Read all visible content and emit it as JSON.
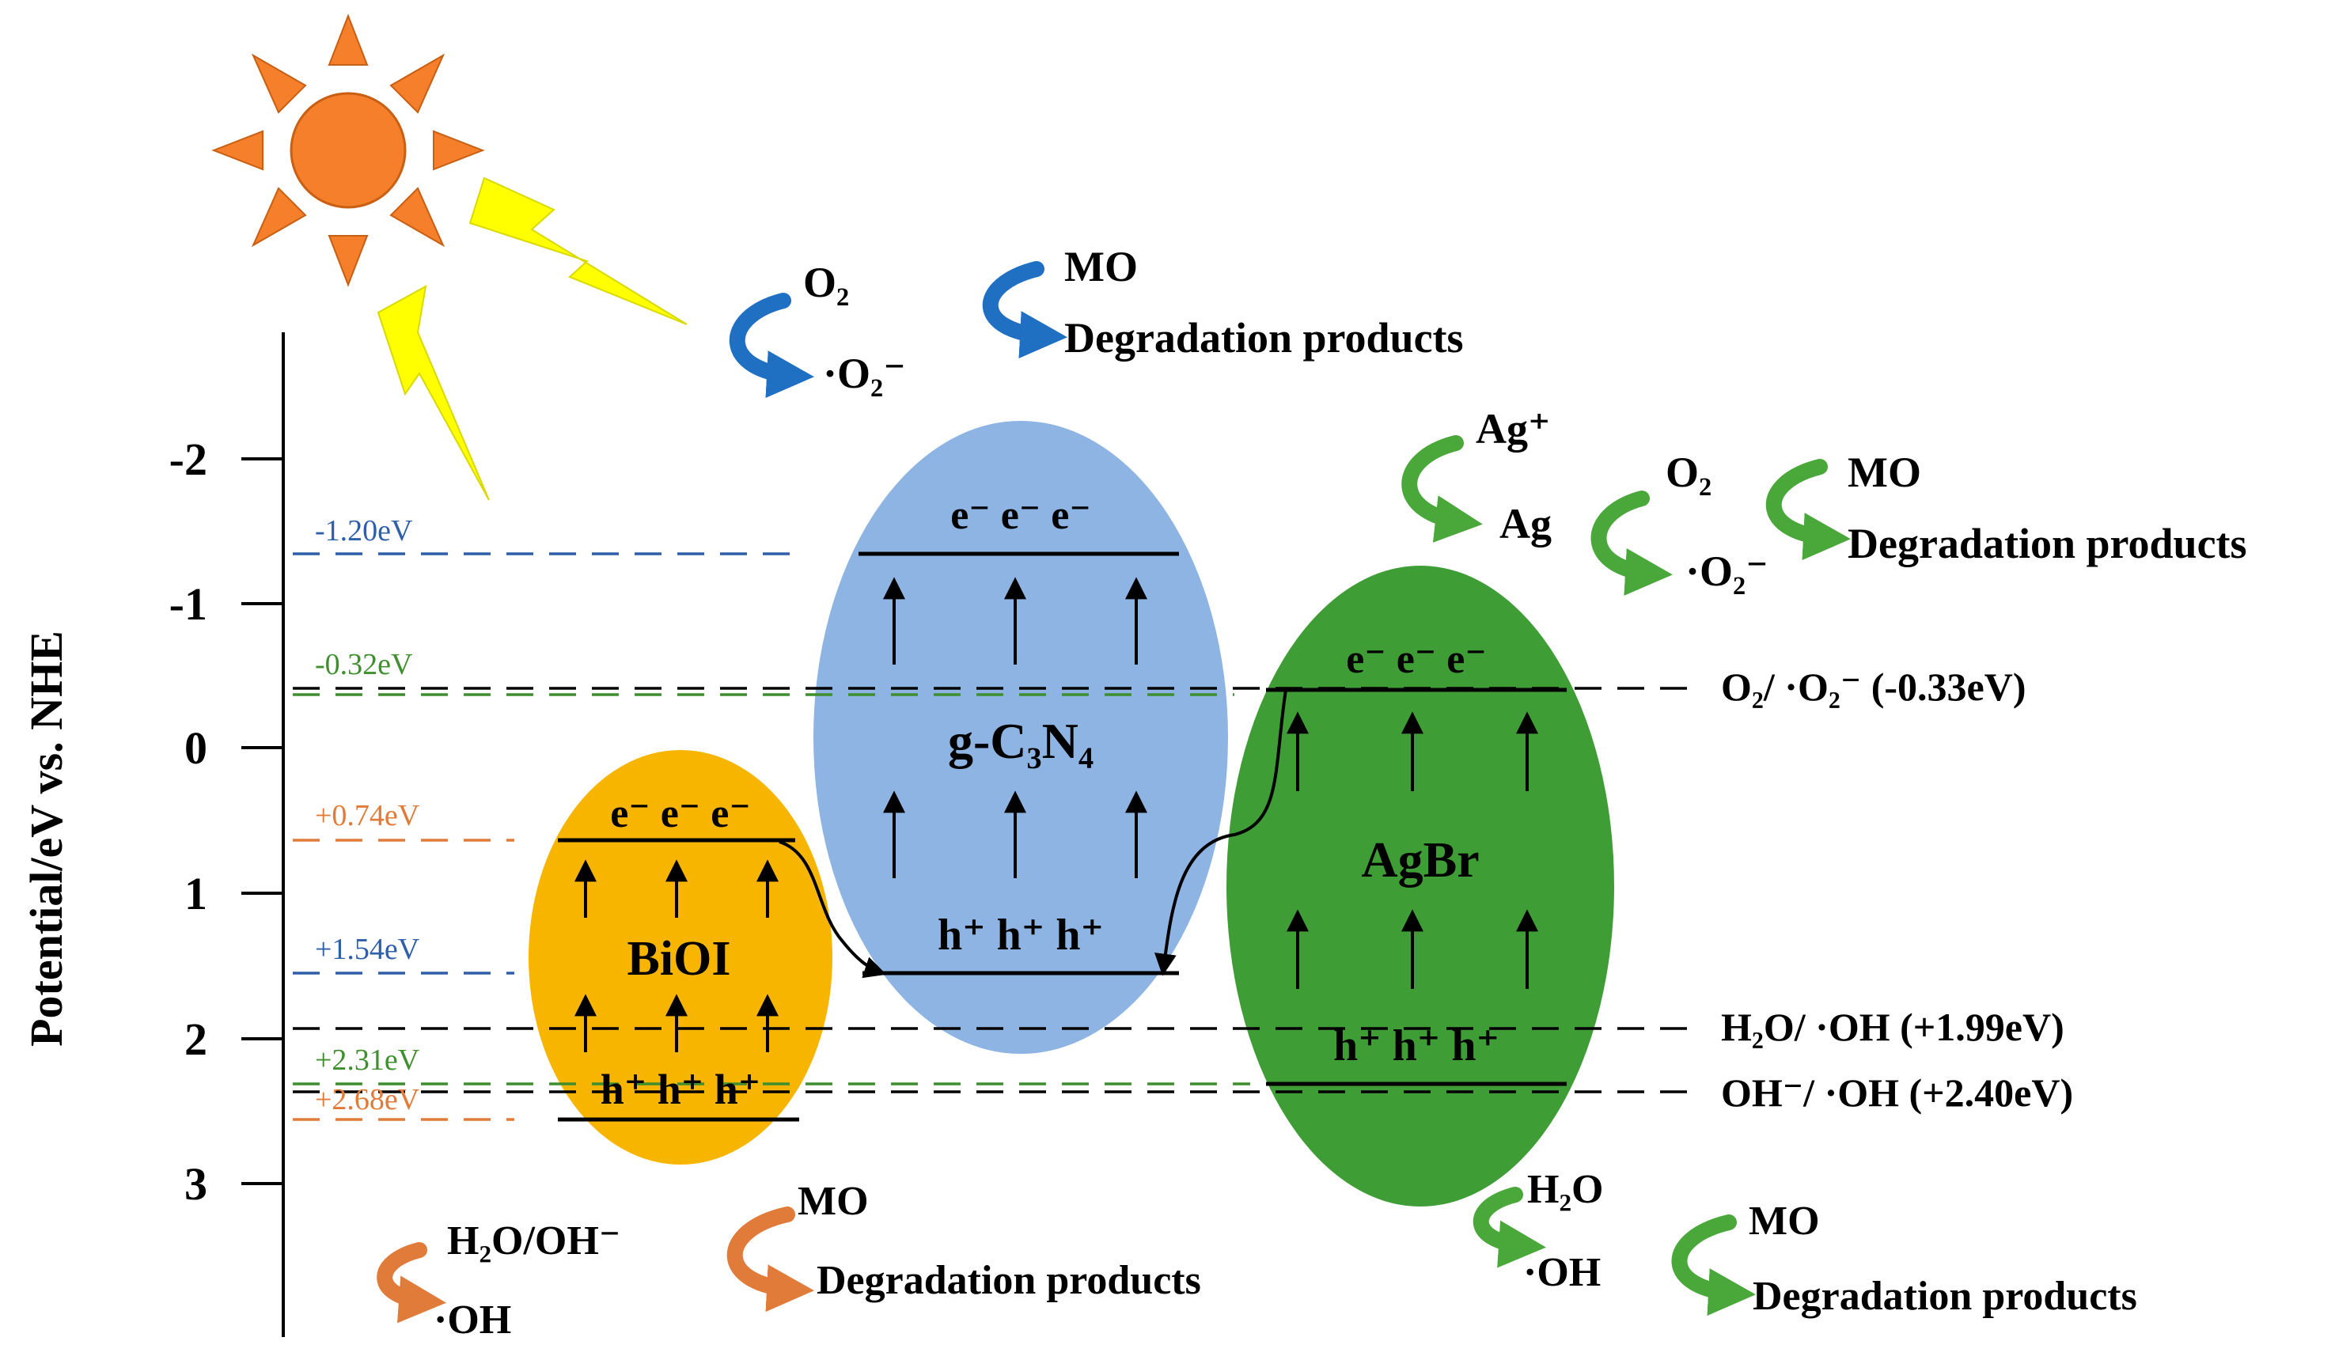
{
  "axis": {
    "label": "Potential/eV vs. NHE",
    "ticks": [
      "-2",
      "-1",
      "0",
      "1",
      "2",
      "3"
    ]
  },
  "levels": [
    {
      "label": "-1.20eV",
      "color": "#2f5fa8"
    },
    {
      "label": "-0.32eV",
      "color": "#3f8f2f"
    },
    {
      "label": "+0.74eV",
      "color": "#e07b39"
    },
    {
      "label": "+1.54eV",
      "color": "#2f5fa8"
    },
    {
      "label": "+2.31eV",
      "color": "#3f8f2f"
    },
    {
      "label": "+2.68eV",
      "color": "#e07b39"
    }
  ],
  "redox": {
    "o2": "O₂/ ·O₂⁻ (-0.33eV)",
    "h2o": "H₂O/ ·OH  (+1.99eV)",
    "oh": "OH⁻/ ·OH  (+2.40eV)"
  },
  "semiconductors": {
    "bioi": {
      "name": "BiOI",
      "color": "#f7b500"
    },
    "gc3n4": {
      "name": "g-C₃N₄",
      "color": "#8eb4e3"
    },
    "agbr": {
      "name": "AgBr",
      "color": "#3f9d36"
    }
  },
  "carriers": {
    "electrons": "e⁻  e⁻  e⁻",
    "holes": "h⁺ h⁺ h⁺"
  },
  "reactions": {
    "top_blue": {
      "o2": "O₂",
      "radical": "·O₂⁻",
      "mo": "MO",
      "products": "Degradation products"
    },
    "right_green": {
      "ag_plus": "Ag⁺",
      "ag": "Ag",
      "o2": "O₂",
      "radical": "·O₂⁻",
      "mo": "MO",
      "products": "Degradation products"
    },
    "bottom_orange": {
      "water": "H₂O/OH⁻",
      "radical": "·OH",
      "mo": "MO",
      "products": "Degradation products"
    },
    "bottom_green": {
      "water": "H₂O",
      "radical": "·OH",
      "mo": "MO",
      "products": "Degradation products"
    }
  },
  "colors": {
    "blue_arrow": "#1f6fc2",
    "green_arrow": "#4aa83a",
    "orange_arrow": "#e07b39",
    "sun": "#f57f2a",
    "lightning": "#ffff00"
  }
}
